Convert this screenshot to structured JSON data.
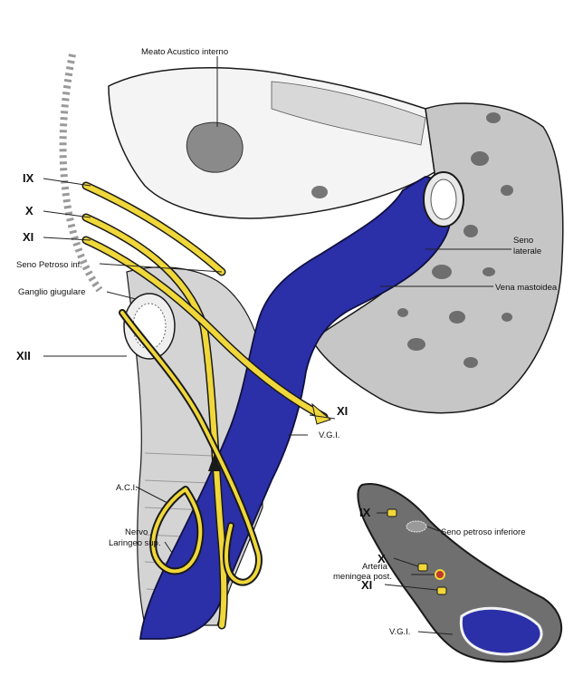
{
  "labels": {
    "meato": "Meato Acustico interno",
    "ix": "IX",
    "x": "X",
    "xi": "XI",
    "seno_petroso": "Seno Petroso inf.",
    "ganglio": "Ganglio giugulare",
    "xii": "XII",
    "seno_laterale_1": "Seno",
    "seno_laterale_2": "laterale",
    "vena_mastoidea": "Vena mastoidea",
    "xi_arrow": "XI",
    "vgi": "V.G.I.",
    "aci": "A.C.I.",
    "nervo_1": "Nervo",
    "nervo_2": "Laringeo sup."
  },
  "inset": {
    "ix": "IX",
    "seno_petroso": "Seno petroso inferiore",
    "x": "X",
    "arteria_1": "Arteria",
    "arteria_2": "meningea post.",
    "xi": "XI",
    "vgi": "V.G.I."
  },
  "colors": {
    "vein": "#2b2fa8",
    "nerve": "#f0d73a",
    "bone": "#bdbdbd",
    "bone_dark": "#8a8a8a",
    "outline": "#1a1a1a"
  }
}
